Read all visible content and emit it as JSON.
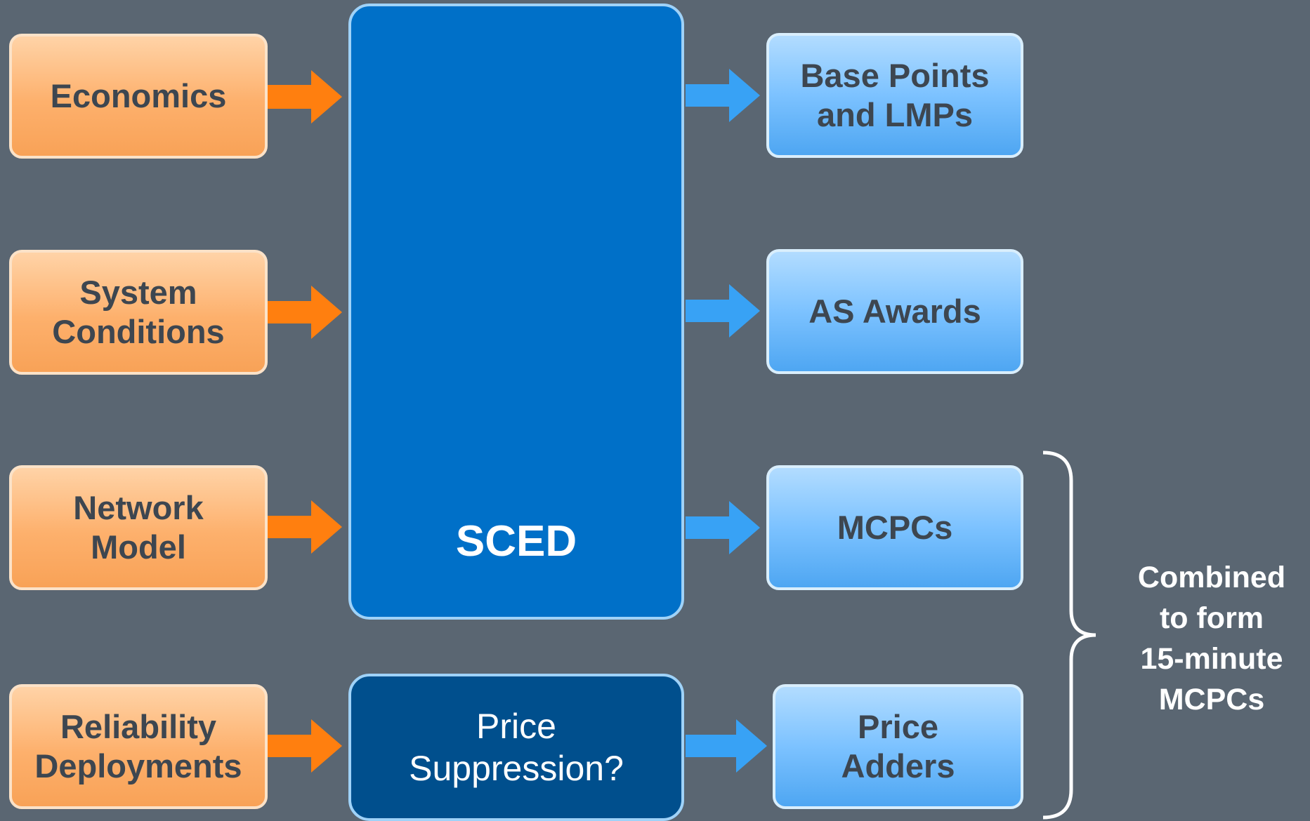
{
  "inputs": [
    {
      "lines": [
        "Economics"
      ]
    },
    {
      "lines": [
        "System",
        "Conditions"
      ]
    },
    {
      "lines": [
        "Network",
        "Model"
      ]
    },
    {
      "lines": [
        "Reliability",
        "Deployments"
      ]
    }
  ],
  "engine": {
    "label": "SCED",
    "icon": "scales-of-justice-icon"
  },
  "suppression": {
    "lines": [
      "Price",
      "Suppression?"
    ]
  },
  "outputs": [
    {
      "lines": [
        "Base Points",
        "and LMPs"
      ]
    },
    {
      "lines": [
        "AS Awards"
      ]
    },
    {
      "lines": [
        "MCPCs"
      ]
    },
    {
      "lines": [
        "Price",
        "Adders"
      ]
    }
  ],
  "combined_note": {
    "lines": [
      "Combined",
      "to form",
      "15-minute",
      "MCPCs"
    ]
  },
  "colors": {
    "background": "#5a6672",
    "input_arrow": "#ff7f0f",
    "output_arrow": "#38a2f5",
    "engine_fill": "#0070c8",
    "suppression_fill": "#004f8d"
  }
}
